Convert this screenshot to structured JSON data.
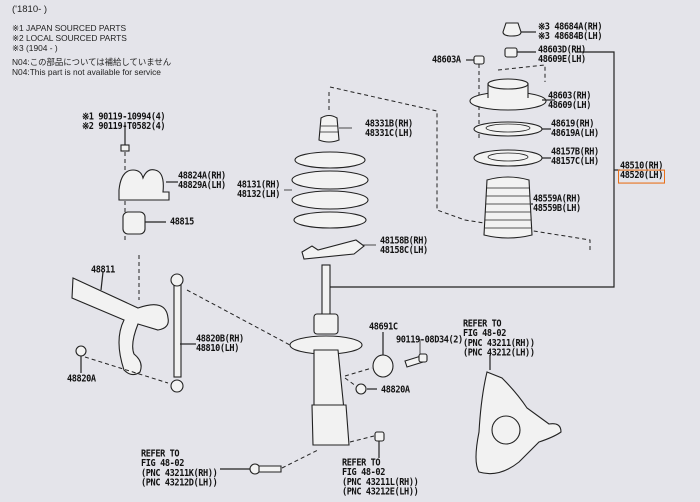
{
  "header": {
    "date_range": "('1810-     )",
    "notes": [
      "※1 JAPAN SOURCED PARTS",
      "※2 LOCAL SOURCED PARTS",
      "※3 (1904 -       )",
      "N04:この部品については補給していません",
      "N04:This part is not available for service"
    ]
  },
  "highlight_color": "#e8701a",
  "callouts": {
    "upper_support_nut_cap": [
      "※3 48684A(RH)",
      "※3 48684B(LH)"
    ],
    "upper_support_nut": [
      "48603D(RH)",
      "48609E(LH)"
    ],
    "nut_48603a": [
      "48603A"
    ],
    "upper_support": [
      "48603(RH)",
      "48609(LH)"
    ],
    "bearing": [
      "48619(RH)",
      "48619A(LH)"
    ],
    "upper_insulator": [
      "48157B(RH)",
      "48157C(LH)"
    ],
    "boot": [
      "48559A(RH)",
      "48559B(LH)"
    ],
    "strut_assy": [
      "48510(RH)",
      "48520(LH)"
    ],
    "bump_stopper": [
      "48331B(RH)",
      "48331C(LH)"
    ],
    "coil_spring": [
      "48131(RH)",
      "48132(LH)"
    ],
    "lower_insulator": [
      "48158B(RH)",
      "48158C(LH)"
    ],
    "bolts_top": [
      "※1 90119-10994(4)",
      "※2 90119-T0582(4)"
    ],
    "bracket": [
      "48824A(RH)",
      "48829A(LH)"
    ],
    "bushing": [
      "48815"
    ],
    "stabilizer_bar": [
      "48811"
    ],
    "link": [
      "48820B(RH)",
      "48810(LH)"
    ],
    "nut_left": [
      "48820A"
    ],
    "nut_mid": [
      "48820A"
    ],
    "cushion": [
      "48691C"
    ],
    "bolt_mid": [
      "90119-08D34(2)"
    ],
    "refer_knuckle": [
      "REFER TO",
      "FIG 48-02",
      "(PNC 43211(RH))",
      "(PNC 43212(LH))"
    ],
    "refer_bolt_left": [
      "REFER TO",
      "FIG 48-02",
      "(PNC 43211K(RH))",
      "(PNC 43212D(LH))"
    ],
    "refer_bolt_right": [
      "REFER TO",
      "FIG 48-02",
      "(PNC 43211L(RH))",
      "(PNC 43212E(LH))"
    ]
  },
  "highlighted_part": "48520(LH)"
}
